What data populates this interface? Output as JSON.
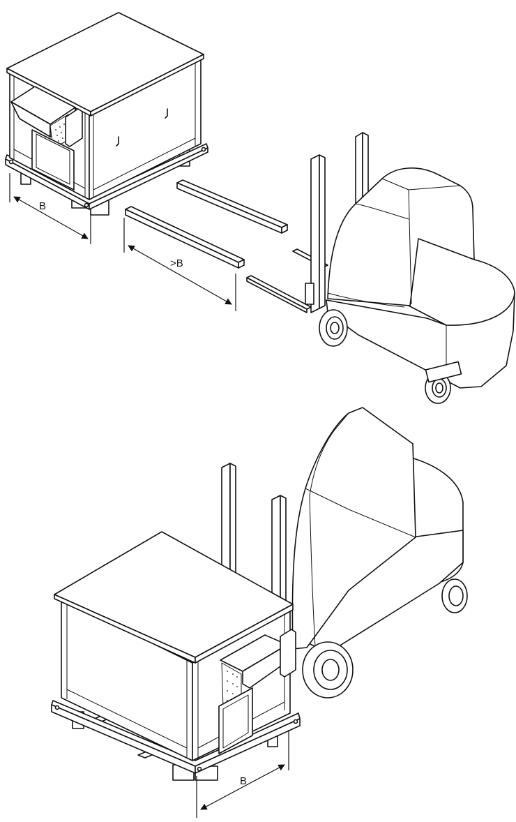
{
  "labels": {
    "b_top": "B",
    "b_fork_spacing": ">B",
    "b_bottom": "B"
  },
  "colors": {
    "line": "#111111",
    "background": "#ffffff"
  }
}
